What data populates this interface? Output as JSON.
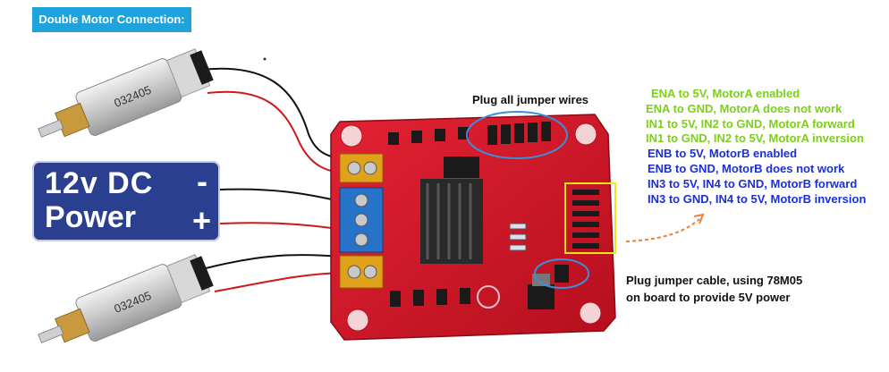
{
  "title": "Double Motor Connection:",
  "motor_top": {
    "label": "032405"
  },
  "motor_bottom": {
    "label": "032405"
  },
  "power": {
    "line1": "12v  DC",
    "line2": "Power",
    "minus": "-",
    "plus": "+"
  },
  "labels": {
    "jumper_wires": "Plug all jumper wires",
    "jumper_cable_l1": "Plug jumper cable, using 78M05",
    "jumper_cable_l2": "on board to provide 5V power"
  },
  "notes": [
    {
      "text": "ENA to 5V, MotorA enabled",
      "color": "#7ccf1a"
    },
    {
      "text": "ENA to GND, MotorA does not work",
      "color": "#7ccf1a"
    },
    {
      "text": "IN1 to 5V, IN2 to GND, MotorA forward",
      "color": "#7ccf1a"
    },
    {
      "text": "IN1 to GND, IN2 to 5V, MotorA inversion",
      "color": "#7ccf1a"
    },
    {
      "text": "ENB to 5V, MotorB enabled",
      "color": "#1a2fd8"
    },
    {
      "text": "ENB to GND, MotorB does not work",
      "color": "#1a2fd8"
    },
    {
      "text": "IN3 to 5V, IN4 to GND, MotorB forward",
      "color": "#1a2fd8"
    },
    {
      "text": "IN3 to GND, IN4 to 5V, MotorB inversion",
      "color": "#1a2fd8"
    }
  ],
  "colors": {
    "board": "#d8182a",
    "title_bg": "#1fa3dd",
    "power_bg": "#2b3f91",
    "highlight_blue": "#3b8ed8",
    "highlight_yellow": "#f2e51a",
    "arrow": "#e8823a"
  }
}
